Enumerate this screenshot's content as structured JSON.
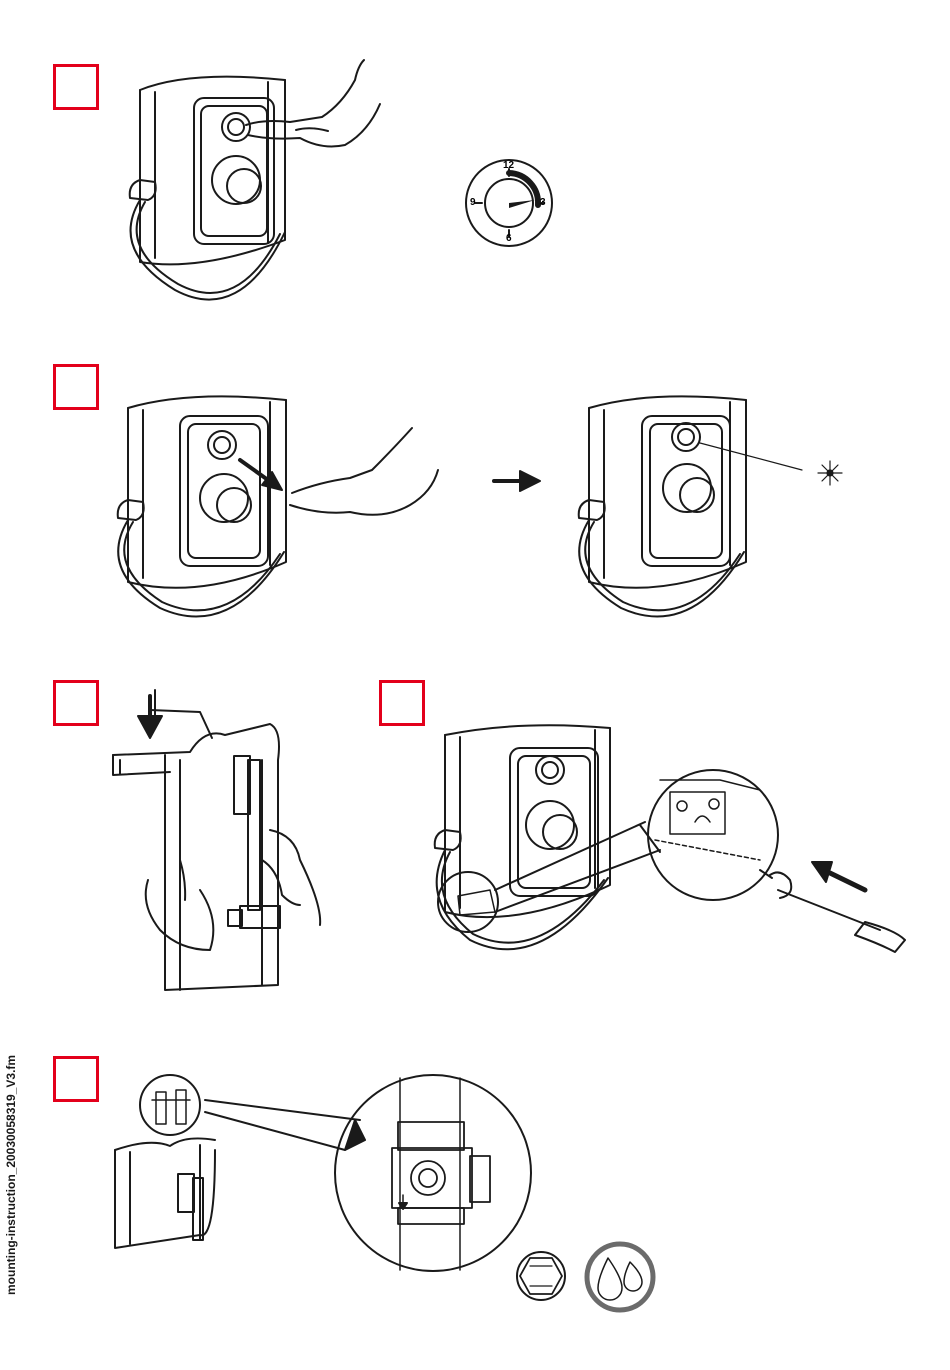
{
  "sidebar": {
    "filename": "mounting-instruction_20030058319_V3.fm"
  },
  "clock": {
    "labels": {
      "twelve": "12",
      "three": "3",
      "six": "6",
      "nine": "9"
    }
  },
  "colors": {
    "step_box_border": "#e3001b",
    "line": "#1a1a1a",
    "paper": "#ffffff"
  },
  "icons": {
    "led": "led-flash-icon",
    "nut": "hex-nut-icon",
    "water": "water-drops-icon",
    "arrow": "arrow-right-icon",
    "screwdriver": "screwdriver-icon"
  }
}
